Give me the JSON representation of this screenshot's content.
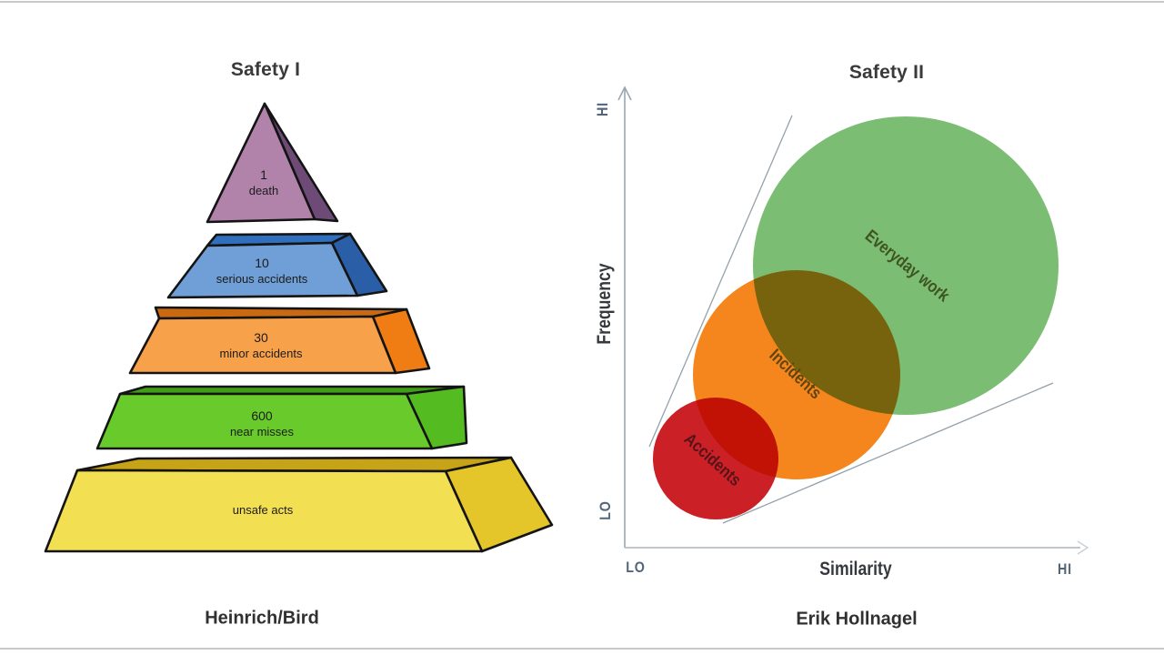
{
  "frame": {
    "border_color": "#c9c9c9"
  },
  "safety1": {
    "title": "Safety I",
    "caption": "Heinrich/Bird",
    "levels": [
      {
        "name": "death",
        "count": "1",
        "label": "death",
        "colors": {
          "front": "#B183AB",
          "side": "#6E4B77"
        }
      },
      {
        "name": "serious-accidents",
        "count": "10",
        "label": "serious accidents",
        "colors": {
          "front": "#6F9FD6",
          "top": "#2F6FBE",
          "side": "#2A5FA8"
        }
      },
      {
        "name": "minor-accidents",
        "count": "30",
        "label": "minor accidents",
        "colors": {
          "front": "#F8A14B",
          "top": "#C96A12",
          "side": "#EF7D13"
        }
      },
      {
        "name": "near-misses",
        "count": "600",
        "label": "near misses",
        "colors": {
          "front": "#69CB2B",
          "top": "#3F9E15",
          "side": "#54BC20"
        }
      },
      {
        "name": "unsafe-acts",
        "count": "",
        "label": "unsafe acts",
        "colors": {
          "front": "#F3DF52",
          "top": "#C7A317",
          "side": "#E4C52A"
        }
      }
    ]
  },
  "safety2": {
    "title": "Safety II",
    "caption": "Erik Hollnagel",
    "x_axis": {
      "label": "Similarity",
      "lo": "LO",
      "hi": "HI"
    },
    "y_axis": {
      "label": "Frequency",
      "lo": "LO",
      "hi": "HI"
    },
    "axis_color": "#9AA6AE",
    "tangent_line_color": "#95A1AA",
    "bubbles": [
      {
        "label": "Accidents",
        "size": "small",
        "color": "#CA2026",
        "text_color": "#571418"
      },
      {
        "label": "Incidents",
        "size": "medium",
        "color": "#F5861D",
        "text_color": "#5F450F"
      },
      {
        "label": "Everyday work",
        "size": "large",
        "color": "#7CBD74",
        "text_color": "#3E5522"
      }
    ]
  }
}
